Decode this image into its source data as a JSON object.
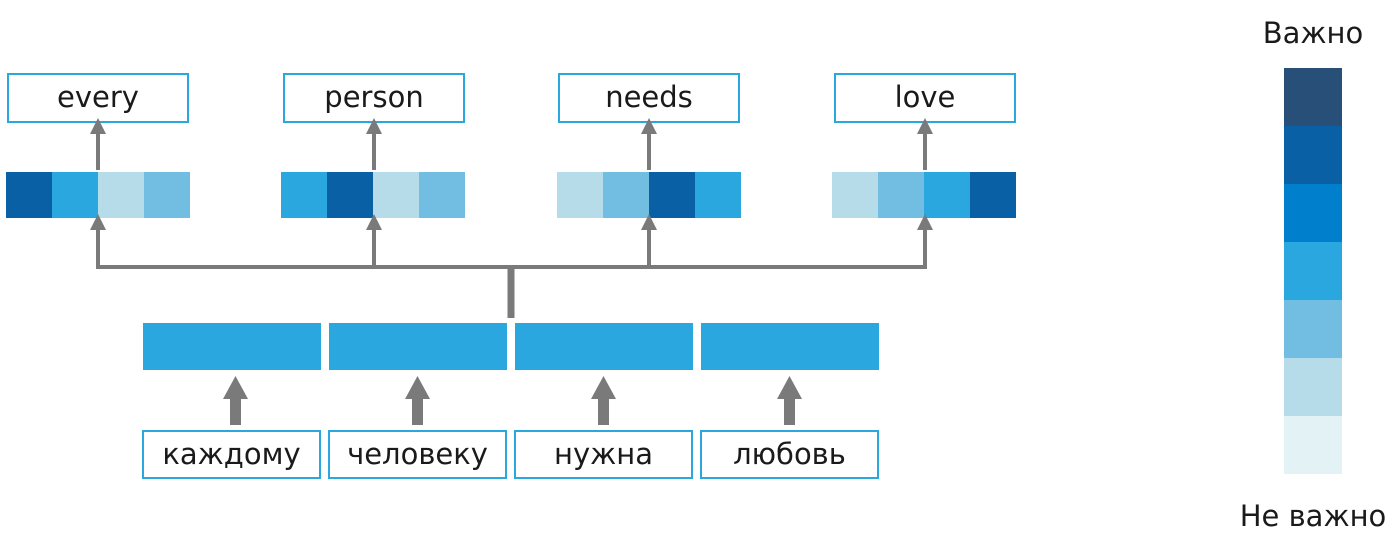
{
  "palette": [
    "#0a60a4",
    "#2ba7df",
    "#b6dcea",
    "#72bee3",
    "#0080cc",
    "#274f77",
    "#e3f2f5"
  ],
  "source_words": [
    "каждому",
    "человеку",
    "нужна",
    "любовь"
  ],
  "encoder_color": "#2ba7df",
  "outputs": [
    {
      "word": "every",
      "weights": [
        "#0a60a4",
        "#2ba7df",
        "#b6dcea",
        "#72bee3"
      ]
    },
    {
      "word": "person",
      "weights": [
        "#2ba7df",
        "#0a60a4",
        "#b6dcea",
        "#72bee3"
      ]
    },
    {
      "word": "needs",
      "weights": [
        "#b6dcea",
        "#72bee3",
        "#0a60a4",
        "#2ba7df"
      ]
    },
    {
      "word": "love",
      "weights": [
        "#b6dcea",
        "#72bee3",
        "#2ba7df",
        "#0a60a4"
      ]
    }
  ],
  "legend": {
    "top_label": "Важно",
    "bottom_label": "Не важно",
    "scale_colors": [
      "#274f77",
      "#0a60a4",
      "#0080cc",
      "#2ba7df",
      "#72bee3",
      "#b6dcea",
      "#e3f2f5"
    ]
  },
  "arrow_color": "#7a7a7a"
}
